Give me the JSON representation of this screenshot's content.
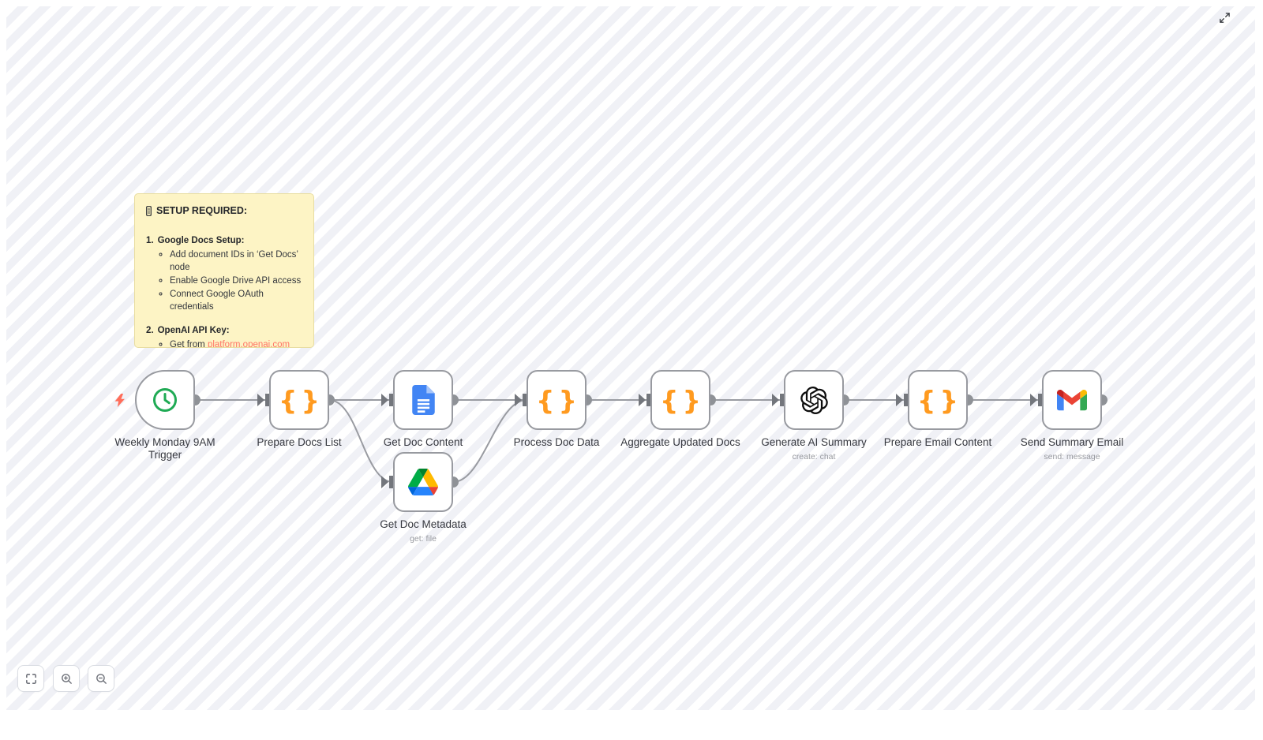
{
  "app": {
    "name": "n8n workflow canvas"
  },
  "colors": {
    "canvas-stripe-a": "#ffffff",
    "canvas-stripe-b": "#f0f1f6",
    "node-border": "#989aa0",
    "connection": "#999ba1",
    "port": "#8f9297",
    "port-arrow": "#73767c",
    "accent-bolt": "#ff6d5a",
    "braces": "#ff9a1f",
    "sticky-bg": "#fdf4c5",
    "sticky-border": "#e8dda1",
    "link": "#ff7466",
    "label": "#36383f",
    "sublabel": "#97999f",
    "trigger-green": "#1faa54"
  },
  "sticky_note": {
    "title": "SETUP REQUIRED:",
    "section1_number": "1.",
    "section1_heading": "Google Docs Setup:",
    "section1_items": [
      "Add document IDs in ‘Get Docs’ node",
      "Enable Google Drive API access",
      "Connect Google OAuth credentials"
    ],
    "section2_number": "2.",
    "section2_heading": "OpenAI API Key:",
    "section2_item_prefix": "Get from ",
    "section2_link": "platform.openai.com"
  },
  "nodes": [
    {
      "label": "Weekly Monday 9AM Trigger",
      "subtitle": "",
      "icon": "clock-trigger"
    },
    {
      "label": "Prepare Docs List",
      "subtitle": "",
      "icon": "code-braces"
    },
    {
      "label": "Get Doc Content",
      "subtitle": "",
      "icon": "google-docs"
    },
    {
      "label": "Get Doc Metadata",
      "subtitle": "get: file",
      "icon": "google-drive"
    },
    {
      "label": "Process Doc Data",
      "subtitle": "",
      "icon": "code-braces"
    },
    {
      "label": "Aggregate Updated Docs",
      "subtitle": "",
      "icon": "code-braces"
    },
    {
      "label": "Generate AI Summary",
      "subtitle": "create: chat",
      "icon": "openai"
    },
    {
      "label": "Prepare Email Content",
      "subtitle": "",
      "icon": "code-braces"
    },
    {
      "label": "Send Summary Email",
      "subtitle": "send: message",
      "icon": "gmail"
    }
  ],
  "controls": {
    "fit_view_icon": "fit-view",
    "zoom_in_icon": "zoom-in",
    "zoom_out_icon": "zoom-out",
    "expand_icon": "expand-diagonal"
  }
}
